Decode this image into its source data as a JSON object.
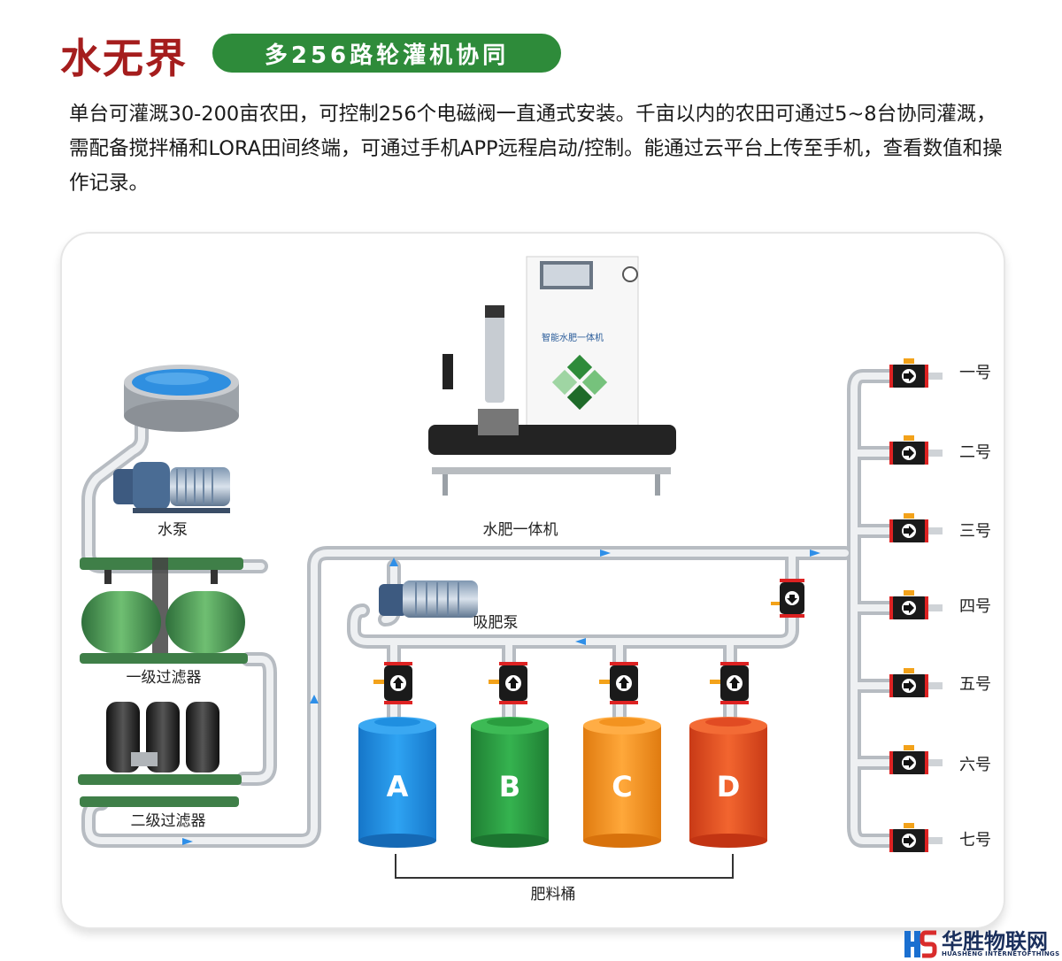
{
  "header": {
    "brand": "水无界",
    "tagline": "多256路轮灌机协同"
  },
  "intro": {
    "text": "单台可灌溉30-200亩农田，可控制256个电磁阀一直通式安装。千亩以内的农田可通过5~8台协同灌溉，需配备搅拌桶和LORA田间终端，可通过手机APP远程启动/控制。能通过云平台上传至手机，查看数值和操作记录。"
  },
  "diagram": {
    "labels": {
      "water_pump": "水泵",
      "primary_filter": "一级过滤器",
      "secondary_filter": "二级过滤器",
      "fertigation_machine": "水肥一体机",
      "suction_pump": "吸肥泵",
      "fertilizer_buckets": "肥料桶"
    },
    "tanks": [
      {
        "letter": "A",
        "color": "#1f8fe0"
      },
      {
        "letter": "B",
        "color": "#2a9d3f"
      },
      {
        "letter": "C",
        "color": "#f39320"
      },
      {
        "letter": "D",
        "color": "#e14b23"
      }
    ],
    "outlets": [
      "一号",
      "二号",
      "三号",
      "四号",
      "五号",
      "六号",
      "七号"
    ],
    "machine_brand": "智能水肥一体机"
  },
  "footer": {
    "logo_mark": "HS",
    "logo_cn": "华胜物联网",
    "logo_en": "HUASHENG INTERNETOFTHINGS"
  },
  "colors": {
    "brand_red": "#a51d1d",
    "tag_green": "#2e8b3a",
    "pipe": "#d4d8dc",
    "flow_arrow": "#2f8fe8"
  }
}
